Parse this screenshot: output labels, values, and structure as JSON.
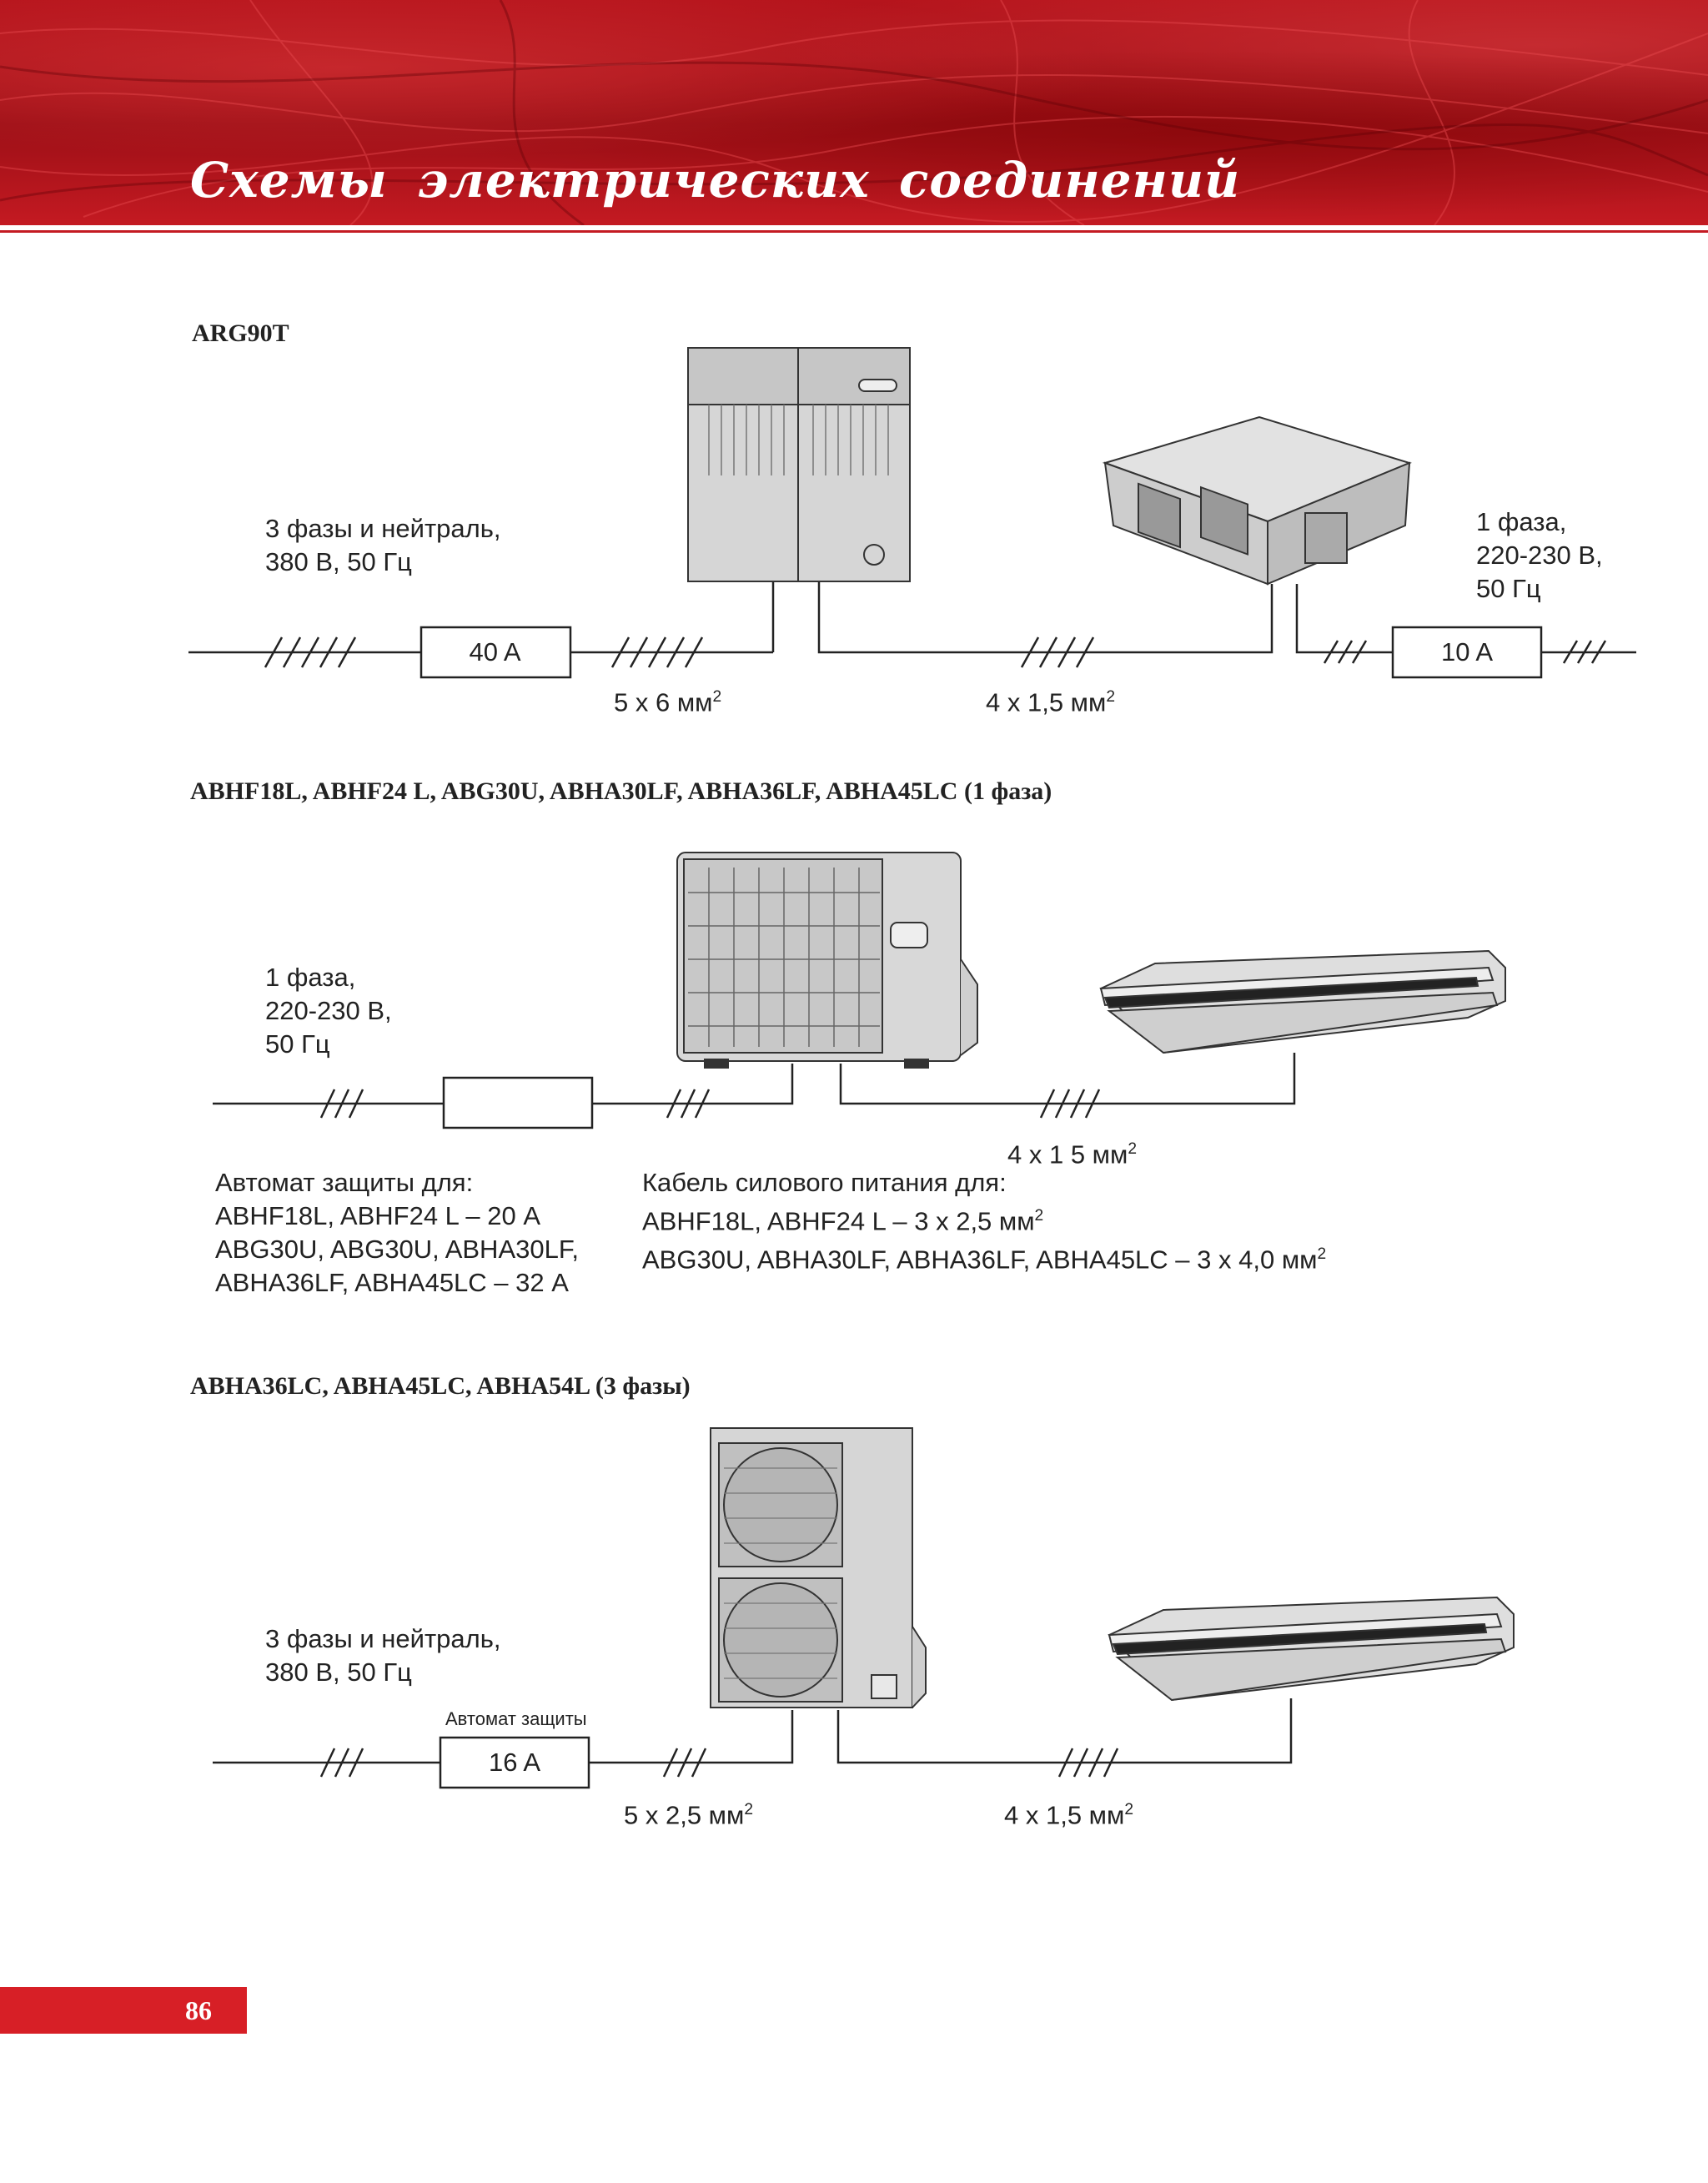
{
  "header": {
    "title": "Схемы  электрических  соединений"
  },
  "page_number": "86",
  "sections": [
    {
      "title": "ARG90T",
      "supply_left": "3 фазы и нейтраль,\n380 В, 50 Гц",
      "breaker_left": "40 A",
      "cable_1": "5 х 6 мм",
      "cable_2": "4 х 1,5 мм",
      "supply_right": "1 фаза,\n220-230 В,\n50 Гц",
      "breaker_right": "10 A"
    },
    {
      "title": "ABHF18L, ABHF24 L, ABG30U, ABHA30LF, ABHA36LF, ABHA45LC (1 фаза)",
      "supply_left": "1 фаза,\n220-230 В,\n50 Гц",
      "cable": "4 х 1 5 мм",
      "breaker_note": "Автомат защиты для:\nABHF18L, ABHF24 L – 20 А\nABG30U, ABG30U, ABHA30LF,\nABHA36LF, ABHA45LC – 32 А",
      "cable_note_title": "Кабель силового питания для:",
      "cable_note_line1": "ABHF18L, ABHF24 L – 3 х 2,5 мм",
      "cable_note_line2": "ABG30U, ABHA30LF, ABHA36LF, ABHA45LC – 3 х 4,0 мм"
    },
    {
      "title": "ABHA36LC, ABHA45LC, ABHA54L (3 фазы)",
      "supply_left": "3 фазы и нейтраль,\n380 В, 50 Гц",
      "breaker_label": "Автомат защиты",
      "breaker": "16 A",
      "cable_1": "5 х 2,5 мм",
      "cable_2": "4 х 1,5 мм"
    }
  ],
  "superscript": "2",
  "colors": {
    "accent": "#d71f26",
    "header_red": "#b5141c",
    "unit_fill": "#d9d9d9",
    "line": "#222222"
  }
}
